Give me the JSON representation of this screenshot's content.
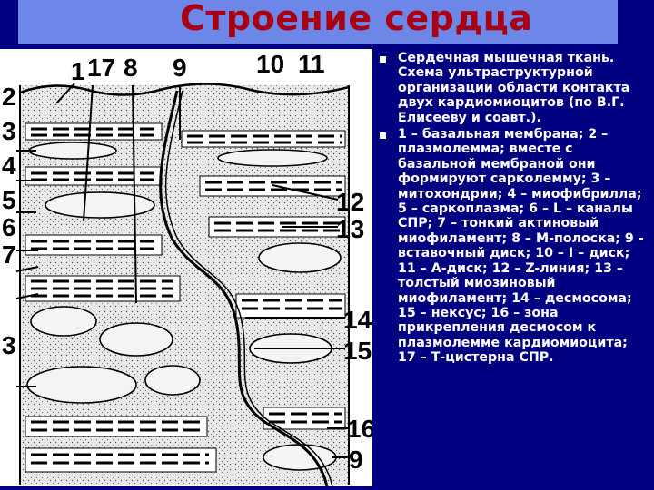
{
  "title": "Строение сердца",
  "figure": {
    "labels": {
      "top": [
        "1",
        "17",
        "8",
        "9",
        "10",
        "11"
      ],
      "left": [
        "2",
        "3",
        "4",
        "5",
        "6",
        "7",
        "3"
      ],
      "right": [
        "12",
        "13",
        "14",
        "15",
        "16",
        "9"
      ]
    }
  },
  "bullets": [
    "Сердечная мышечная ткань. Схема ультраструктурной организации области контакта двух кардиомиоцитов (по В.Г. Елисееву и соавт.).",
    "1 – базальная мембрана; 2 – плазмолемма; вместе с базальной мембраной они формируют сарколемму; 3 – митохондрии; 4 – миофибрилла; 5 – саркоплазма; 6 – L – каналы СПР; 7 – тонкий актиновый миофиламент; 8 – М-полоска; 9 - вставочный диск; 10 – I – диск; 11 – А-диск; 12 – Z-линия; 13 – толстый миозиновый миофиламент; 14 – десмосома; 15 – нексус; 16 – зона прикрепления десмосом к плазмолемме кардиомиоцита; 17 – Т-цистерна СПР."
  ],
  "colors": {
    "background": "#000080",
    "title_bar": "#6d87e8",
    "title_text": "#a80012",
    "body_text": "#ffffff"
  }
}
